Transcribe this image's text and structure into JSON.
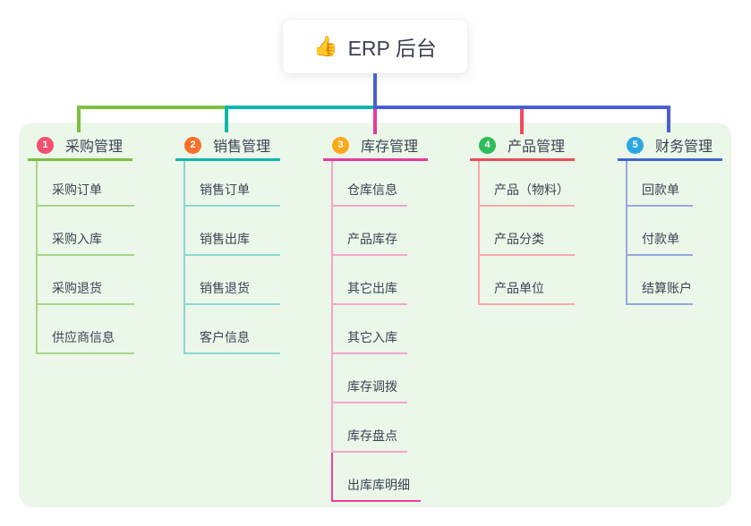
{
  "root": {
    "emoji": "👍",
    "label": "ERP 后台"
  },
  "colors": {
    "panel_background": "#ebf7e9",
    "root_line": "#4a5ed3",
    "text": "#3b4454"
  },
  "branches": [
    {
      "number": "1",
      "label": "采购管理",
      "badge_color": "#f1506e",
      "line_color": "#7cc03f",
      "child_line_color": "#a8d584",
      "children": [
        {
          "label": "采购订单"
        },
        {
          "label": "采购入库"
        },
        {
          "label": "采购退货"
        },
        {
          "label": "供应商信息"
        }
      ]
    },
    {
      "number": "2",
      "label": "销售管理",
      "badge_color": "#f7712d",
      "line_color": "#0eb6ae",
      "child_line_color": "#88d8d1",
      "children": [
        {
          "label": "销售订单"
        },
        {
          "label": "销售出库"
        },
        {
          "label": "销售退货"
        },
        {
          "label": "客户信息"
        }
      ]
    },
    {
      "number": "3",
      "label": "库存管理",
      "badge_color": "#fba919",
      "line_color": "#e8399c",
      "child_line_color": "#f3a6cb",
      "children": [
        {
          "label": "仓库信息"
        },
        {
          "label": "产品库存"
        },
        {
          "label": "其它出库"
        },
        {
          "label": "其它入库"
        },
        {
          "label": "库存调拨"
        },
        {
          "label": "库存盘点"
        },
        {
          "label": "出库库明细",
          "line_color": "#ee3fa2"
        }
      ]
    },
    {
      "number": "4",
      "label": "产品管理",
      "badge_color": "#2ebd59",
      "line_color": "#f24a5b",
      "child_line_color": "#f7a7ab",
      "children": [
        {
          "label": "产品（物料）"
        },
        {
          "label": "产品分类"
        },
        {
          "label": "产品单位"
        }
      ]
    },
    {
      "number": "5",
      "label": "财务管理",
      "badge_color": "#2aa7e2",
      "line_color": "#3f64cf",
      "child_line_color": "#96a8de",
      "children": [
        {
          "label": "回款单"
        },
        {
          "label": "付款单"
        },
        {
          "label": "结算账户"
        }
      ]
    }
  ]
}
